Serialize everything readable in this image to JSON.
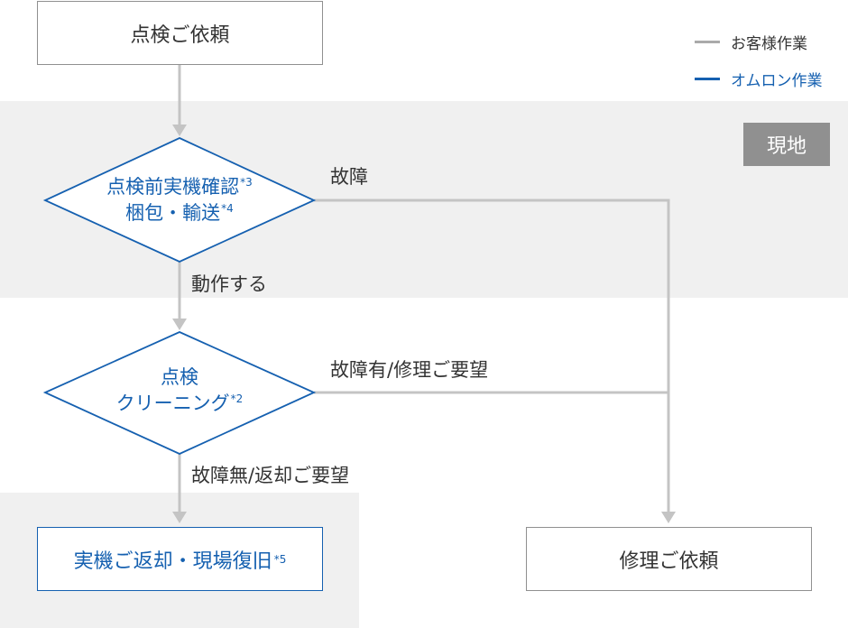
{
  "legend": {
    "customer": {
      "label": "お客様作業",
      "color": "#aaaaaa"
    },
    "omron": {
      "label": "オムロン作業",
      "color": "#1560b0"
    }
  },
  "area_label": "現地",
  "nodes": {
    "request_inspection": "点検ご依頼",
    "pre_check_line1": "点検前実機確認",
    "pre_check_note1": "*3",
    "pre_check_line2": "梱包・輸送",
    "pre_check_note2": "*4",
    "inspection_line1": "点検",
    "inspection_line2": "クリーニング",
    "inspection_note": "*2",
    "return_unit": "実機ご返却・現場復旧",
    "return_note": "*5",
    "repair_request": "修理ご依頼"
  },
  "edges": {
    "fault": "故障",
    "works": "動作する",
    "fault_or_repair": "故障有/修理ご要望",
    "no_fault_return": "故障無/返却ご要望"
  }
}
